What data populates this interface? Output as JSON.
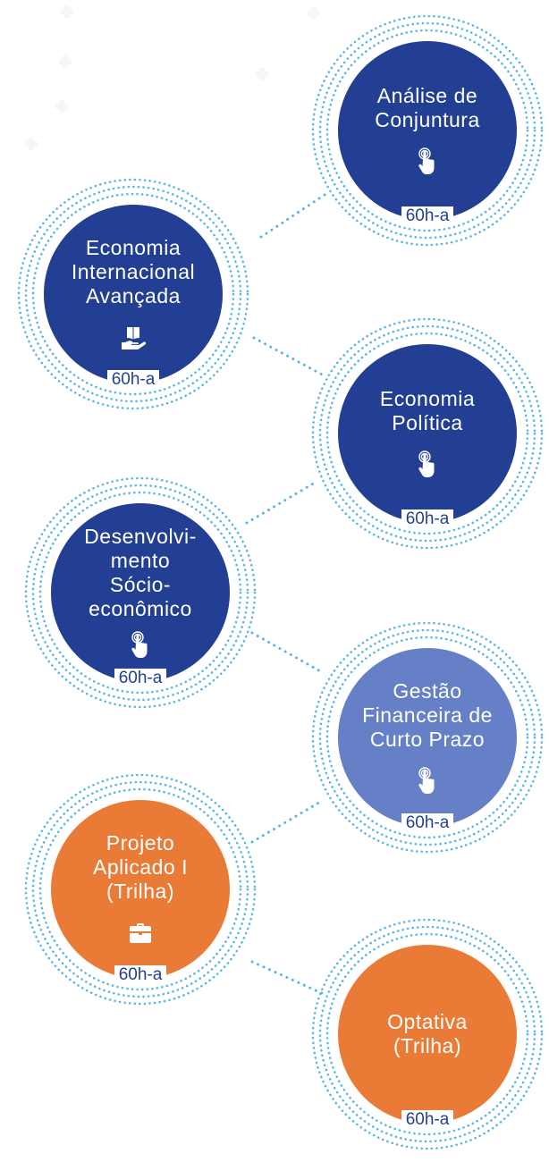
{
  "courses": [
    {
      "id": "analise",
      "lines": [
        "Análise de",
        "Conjuntura"
      ],
      "hours": "60h-a",
      "color": "#223f93",
      "icon": "tap-icon"
    },
    {
      "id": "econ-int",
      "lines": [
        "Economia",
        "Internacional",
        "Avançada"
      ],
      "hours": "60h-a",
      "color": "#223f93",
      "icon": "book-hand-icon"
    },
    {
      "id": "econ-pol",
      "lines": [
        "Economia",
        "Política"
      ],
      "hours": "60h-a",
      "color": "#223f93",
      "icon": "tap-icon"
    },
    {
      "id": "desenv",
      "lines": [
        "Desenvolvi-",
        "mento",
        "Sócio-",
        "econômico"
      ],
      "hours": "60h-a",
      "color": "#223f93",
      "icon": "tap-icon"
    },
    {
      "id": "gestao",
      "lines": [
        "Gestão",
        "Financeira de",
        "Curto Prazo"
      ],
      "hours": "60h-a",
      "color": "#6680c8",
      "icon": "tap-icon"
    },
    {
      "id": "projeto",
      "lines": [
        "Projeto",
        "Aplicado I",
        "(Trilha)"
      ],
      "hours": "60h-a",
      "color": "#ea7b37",
      "icon": "briefcase-icon"
    },
    {
      "id": "optativa",
      "lines": [
        "Optativa",
        "(Trilha)"
      ],
      "hours": "60h-a",
      "color": "#ea7b37",
      "icon": ""
    }
  ],
  "colors": {
    "ring_dots": "#5bb6e6",
    "primary_blue": "#223f93",
    "light_blue": "#6680c8",
    "orange": "#ea7b37"
  }
}
